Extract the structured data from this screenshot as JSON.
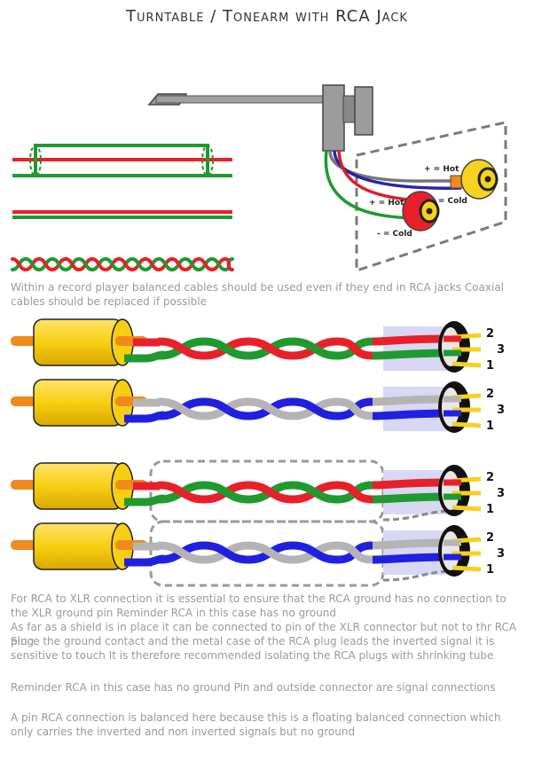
{
  "title": "Turntable / Tonearm with RCA Jack",
  "top_labels": {
    "hot1": "+ = Hot",
    "cold1": "- = Cold",
    "hot2": "+ = Hot",
    "cold2": "- = Cold"
  },
  "caption": "Within a record player balanced cables should be used  even if they end in RCA jacks  Coaxial cables should be replaced if possible",
  "pin_labels": [
    "2",
    "3",
    "1"
  ],
  "para1": "For RCA to XLR connection it is essential to ensure that the RCA   ground   has no connection to the XLR ground  pin      Reminder  RCA in this case has no ground",
  "para2": "As far as a shield is in place  it can be connected to pin    of the XLR connector  but not to thr RCA plug",
  "para3": "Since the   ground   contact and the metal case of the RCA plug leads the inverted signal  it is sensitive to touch  It is therefore recommended isolating the RCA plugs with shrinking tube",
  "para4": "Reminder  RCA in this case has no ground  Pin and outside connector are signal connections",
  "para5": "A    pin RCA connection is balanced here  because this is a floating balanced connection which only carries the inverted and non inverted signals  but no ground",
  "colors": {
    "red": "#e8202a",
    "green": "#1f9a2f",
    "blue": "#2020e0",
    "gray": "#b4b4b4",
    "yellow": "#f7d21e",
    "orange": "#f08a1c",
    "lavender": "#d8d8f4"
  }
}
